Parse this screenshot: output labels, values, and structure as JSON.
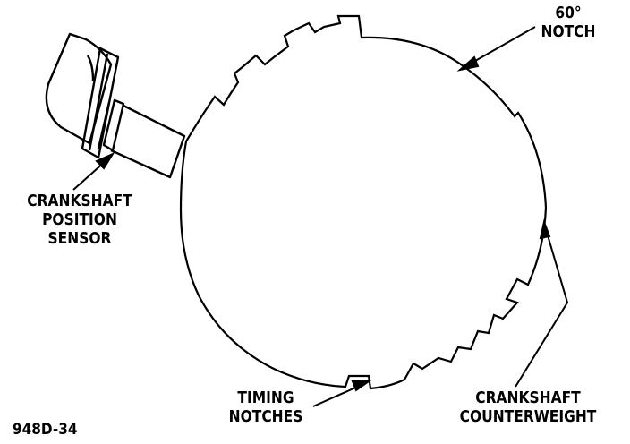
{
  "labels": {
    "notch_60": [
      "60°",
      "NOTCH"
    ],
    "position_sensor": [
      "CRANKSHAFT",
      "POSITION",
      "SENSOR"
    ],
    "timing_notches": [
      "TIMING",
      "NOTCHES"
    ],
    "counterweight": [
      "CRANKSHAFT",
      "COUNTERWEIGHT"
    ],
    "figure_id": "948D-34"
  },
  "colors": {
    "line": "#000000",
    "background": "#ffffff"
  }
}
